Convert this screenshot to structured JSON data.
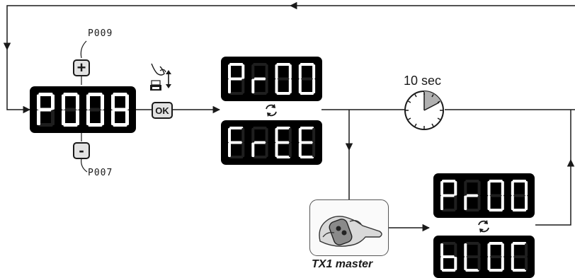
{
  "labels": {
    "next_code": "P009",
    "prev_code": "P007",
    "timer": "10 sec",
    "remote": "TX1 master"
  },
  "buttons": {
    "plus": "+",
    "minus": "-",
    "ok": "OK"
  },
  "displays": {
    "main": "P008",
    "code_top": "Pr00",
    "free": "FrEE",
    "code_bottom": "Pr00",
    "block": "bLOC"
  },
  "icons": [
    "finger-press-icon",
    "printer-icon",
    "up-down-arrow-icon",
    "cycle-arrows-icon",
    "clock-timer-icon",
    "remote-in-hand-icon"
  ],
  "colors": {
    "timer_wedge": "#b0b0b0",
    "button_fill": "#e2e2e2",
    "display_bg": "#000000"
  }
}
